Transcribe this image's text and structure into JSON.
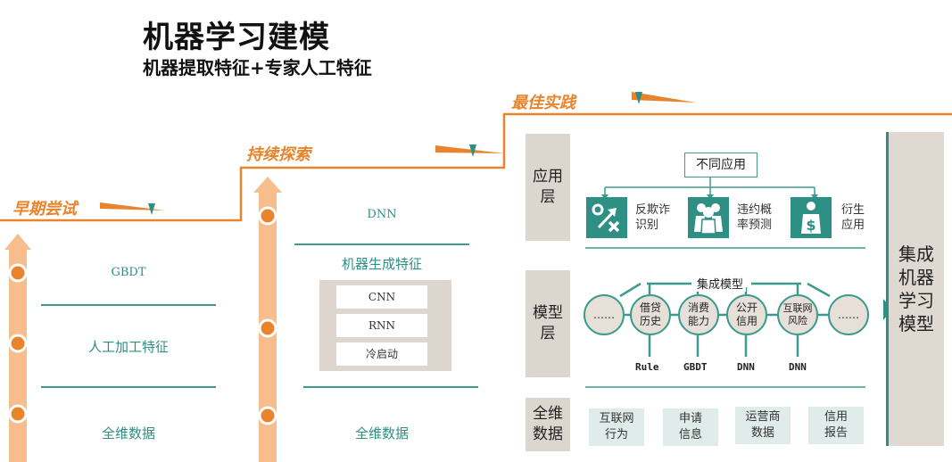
{
  "title": "机器学习建模",
  "subtitle": "机器提取特征+专家人工特征",
  "stages": {
    "s1": {
      "label": "早期尝试",
      "top": "GBDT",
      "middle": "人工加工特征",
      "bottom": "全维数据"
    },
    "s2": {
      "label": "持续探索",
      "top": "DNN",
      "middle": "机器生成特征",
      "boxes": [
        "CNN",
        "RNN",
        "冷启动"
      ],
      "bottom": "全维数据"
    },
    "s3": {
      "label": "最佳实践",
      "app_layer": "应用\n层",
      "app_header": "不同应用",
      "apps": [
        "反欺诈\n识别",
        "违约概\n率预测",
        "衍生\n应用"
      ],
      "model_layer": "模型\n层",
      "ensemble": "集成模型",
      "models": [
        "……",
        "借贷\n历史",
        "消费\n能力",
        "公开\n信用",
        "互联网\n风险",
        "……"
      ],
      "algos": [
        "Rule",
        "GBDT",
        "DNN",
        "DNN"
      ],
      "data_layer": "全维\n数据",
      "data": [
        "互联网\n行为",
        "申请\n信息",
        "运营商\n数据",
        "信用\n报告"
      ],
      "final": "集成\n机器\n学习\n模型"
    }
  },
  "colors": {
    "orange": "#e8842c",
    "teal": "#2e8f84",
    "arrow": "#f7bd8d"
  },
  "icons": [
    "arrow-up-icon",
    "strategy-icon",
    "people-group-icon",
    "money-hand-icon"
  ]
}
